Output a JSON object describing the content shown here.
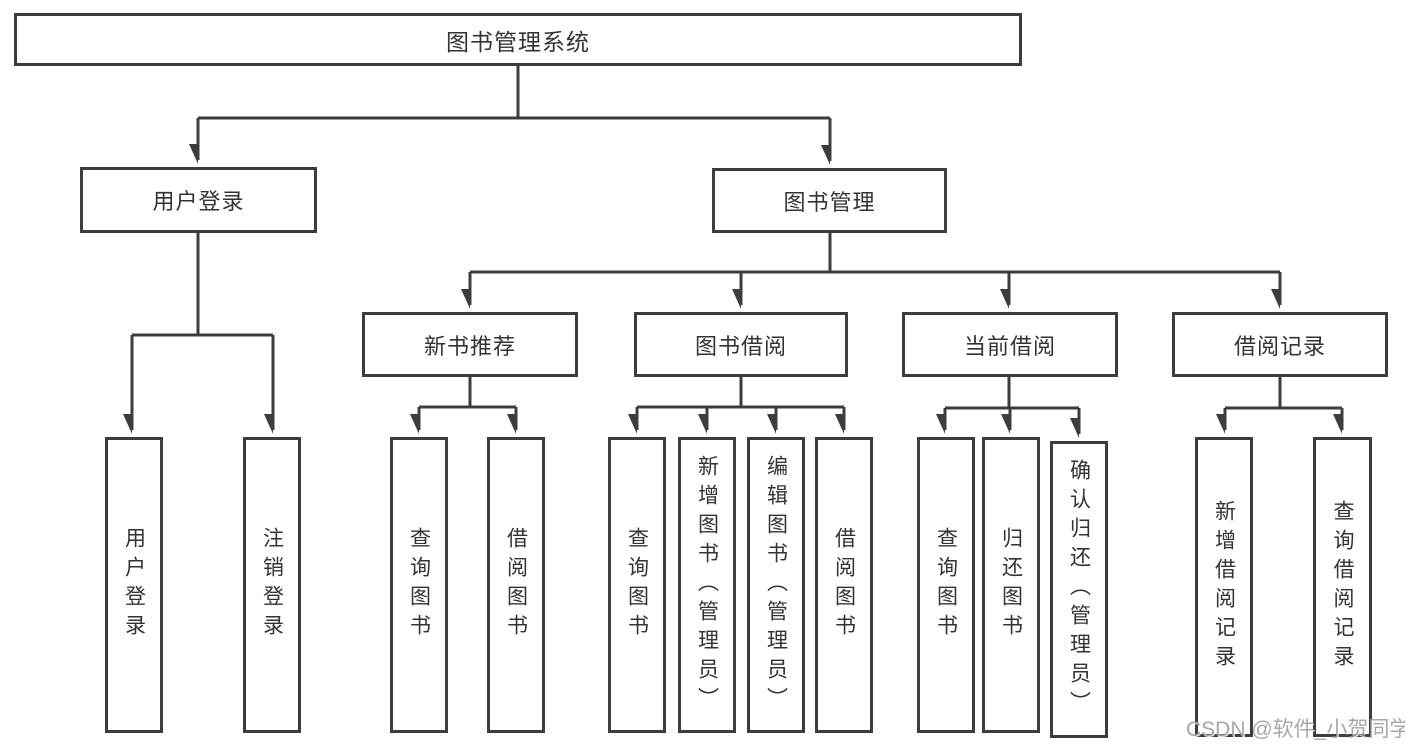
{
  "diagram_title": "图书管理系统",
  "tree": {
    "root": {
      "label": "图书管理系统"
    },
    "branches": [
      {
        "label": "用户登录",
        "children": [
          {
            "label": "用户登录"
          },
          {
            "label": "注销登录"
          }
        ]
      },
      {
        "label": "图书管理",
        "children": [
          {
            "label": "新书推荐",
            "children": [
              {
                "label": "查询图书"
              },
              {
                "label": "借阅图书"
              }
            ]
          },
          {
            "label": "图书借阅",
            "children": [
              {
                "label": "查询图书"
              },
              {
                "label": "新增图书（管理员）"
              },
              {
                "label": "编辑图书（管理员）"
              },
              {
                "label": "借阅图书"
              }
            ]
          },
          {
            "label": "当前借阅",
            "children": [
              {
                "label": "查询图书"
              },
              {
                "label": "归还图书"
              },
              {
                "label": "确认归还（管理员）"
              }
            ]
          },
          {
            "label": "借阅记录",
            "children": [
              {
                "label": "新增借阅记录"
              },
              {
                "label": "查询借阅记录"
              }
            ]
          }
        ]
      }
    ]
  },
  "watermark": {
    "text": "CSDN @软件_小贺同学"
  },
  "colors": {
    "line": "#3d3d3d",
    "text": "#333336",
    "background": "#ffffff",
    "watermark": "#9e9e9e"
  }
}
